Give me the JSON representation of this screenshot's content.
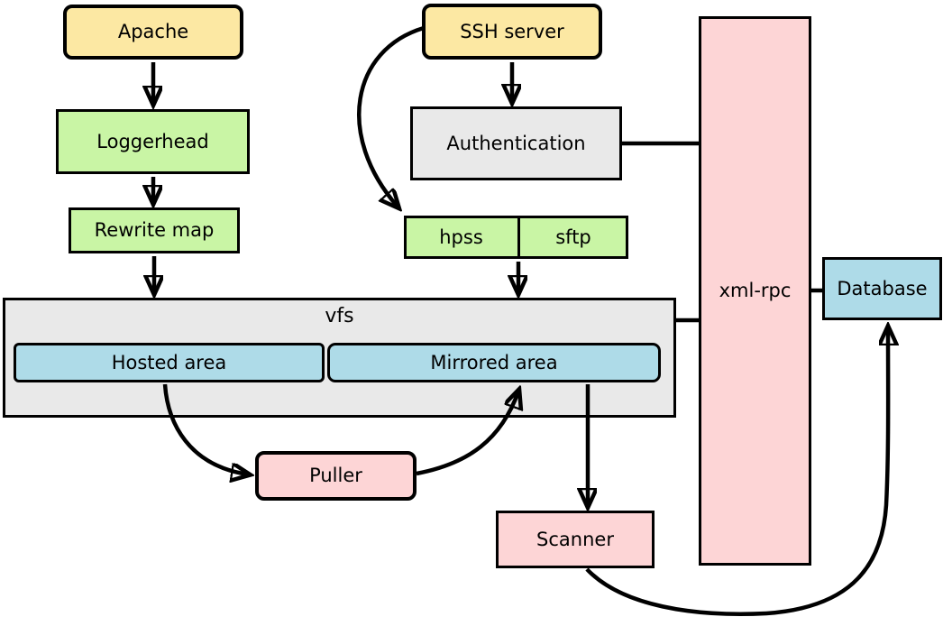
{
  "diagram": {
    "nodes": {
      "apache": {
        "label": "Apache",
        "color": "#FCE8A3"
      },
      "loggerhead": {
        "label": "Loggerhead",
        "color": "#C9F5A5"
      },
      "rewrite_map": {
        "label": "Rewrite map",
        "color": "#C9F5A5"
      },
      "ssh_server": {
        "label": "SSH server",
        "color": "#FCE8A3"
      },
      "authentication": {
        "label": "Authentication",
        "color": "#E9E9E9"
      },
      "hpss": {
        "label": "hpss",
        "color": "#C9F5A5"
      },
      "sftp": {
        "label": "sftp",
        "color": "#C9F5A5"
      },
      "vfs": {
        "label": "vfs",
        "color": "#E9E9E9"
      },
      "hosted_area": {
        "label": "Hosted area",
        "color": "#AEDBE8"
      },
      "mirrored_area": {
        "label": "Mirrored area",
        "color": "#AEDBE8"
      },
      "puller": {
        "label": "Puller",
        "color": "#FDD5D6"
      },
      "scanner": {
        "label": "Scanner",
        "color": "#FDD5D6"
      },
      "xml_rpc": {
        "label": "xml-rpc",
        "color": "#FDD5D6"
      },
      "database": {
        "label": "Database",
        "color": "#AEDBE8"
      }
    },
    "edges": [
      {
        "from": "Apache",
        "to": "Loggerhead",
        "type": "arrow"
      },
      {
        "from": "Loggerhead",
        "to": "Rewrite map",
        "type": "arrow"
      },
      {
        "from": "Rewrite map",
        "to": "vfs",
        "type": "arrow"
      },
      {
        "from": "SSH server",
        "to": "Authentication",
        "type": "arrow"
      },
      {
        "from": "SSH server",
        "to": "hpss",
        "type": "curved-arrow"
      },
      {
        "from": "hpss/sftp",
        "to": "vfs",
        "type": "arrow"
      },
      {
        "from": "Authentication",
        "to": "xml-rpc",
        "type": "line"
      },
      {
        "from": "vfs",
        "to": "xml-rpc",
        "type": "line"
      },
      {
        "from": "Hosted area",
        "to": "Puller",
        "type": "curved-arrow"
      },
      {
        "from": "Puller",
        "to": "Mirrored area",
        "type": "curved-arrow"
      },
      {
        "from": "Mirrored area",
        "to": "Scanner",
        "type": "arrow"
      },
      {
        "from": "Scanner",
        "to": "Database",
        "type": "curved-arrow"
      },
      {
        "from": "xml-rpc",
        "to": "Database",
        "type": "line"
      }
    ],
    "line_color": "#000000",
    "background_color": "#FFFFFF"
  }
}
